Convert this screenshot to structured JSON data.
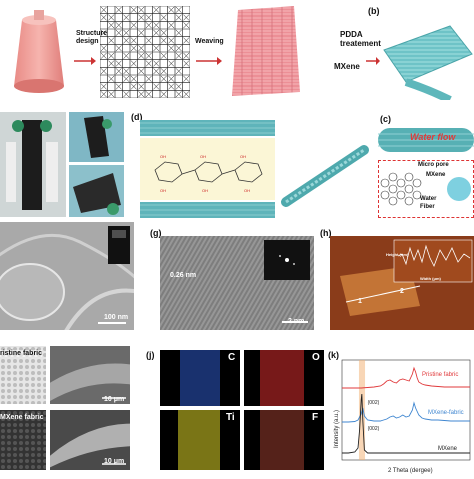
{
  "labels": {
    "b": "(b)",
    "c": "(c)",
    "d": "(d)",
    "g": "(g)",
    "h": "(h)",
    "j": "(j)",
    "k": "(k)"
  },
  "top": {
    "structure_design": "Structure\ndesign",
    "weaving": "Weaving",
    "pdda": "PDDA\ntreatement",
    "mxene": "MXene"
  },
  "c_panel": {
    "water_flow": "Water flow",
    "micro_pore": "Micro pore",
    "mxene": "MXene",
    "water": "Water",
    "fiber": "Fiber"
  },
  "f_panel": {
    "scale": "100 nm"
  },
  "g_panel": {
    "spacing": "0.26 nm",
    "scale": "2 nm"
  },
  "h_panel": {
    "ylabel": "Height (nm)",
    "xlabel": "Width (μm)",
    "marker1": "1",
    "marker2": "2"
  },
  "i_panel": {
    "pristine": "ristine fabric",
    "mxene": "MXene fabric",
    "scale1": "10 μm",
    "scale2": "10 μm"
  },
  "j_panel": {
    "c": "C",
    "o": "O",
    "ti": "Ti",
    "f": "F"
  },
  "colors": {
    "red": "#e0393b",
    "blue": "#3f86d0",
    "black": "#222222",
    "orange": "#e87e30"
  },
  "chart_data": {
    "type": "line",
    "xlabel": "2 Theta (dergee)",
    "ylabel": "Intensity (a.u.)",
    "series": [
      {
        "name": "Pristine fabric",
        "color": "#e0393b",
        "x": [
          0,
          2,
          4,
          6,
          8,
          10,
          12,
          13,
          14,
          15,
          16,
          17,
          18,
          19,
          20,
          21,
          22,
          22.5,
          23,
          23.5,
          24,
          25,
          26,
          28,
          30,
          32,
          34,
          36,
          38,
          40
        ],
        "y": [
          0.72,
          0.72,
          0.72,
          0.72,
          0.725,
          0.73,
          0.74,
          0.76,
          0.79,
          0.8,
          0.78,
          0.77,
          0.8,
          0.81,
          0.8,
          0.79,
          0.86,
          0.92,
          0.88,
          0.82,
          0.78,
          0.76,
          0.75,
          0.74,
          0.735,
          0.73,
          0.73,
          0.73,
          0.73,
          0.73
        ]
      },
      {
        "name": "MXene-fabric",
        "color": "#3f86d0",
        "x": [
          0,
          2,
          4,
          5,
          6,
          6.5,
          7,
          8,
          10,
          12,
          14,
          15,
          16,
          17,
          18,
          19,
          20,
          21,
          22,
          22.5,
          23,
          24,
          25,
          26,
          28,
          30,
          32,
          34,
          36,
          40
        ],
        "y": [
          0.38,
          0.38,
          0.385,
          0.4,
          0.46,
          0.52,
          0.44,
          0.4,
          0.39,
          0.39,
          0.41,
          0.43,
          0.44,
          0.42,
          0.43,
          0.45,
          0.43,
          0.44,
          0.5,
          0.57,
          0.52,
          0.45,
          0.42,
          0.41,
          0.4,
          0.4,
          0.395,
          0.39,
          0.39,
          0.39
        ]
      },
      {
        "name": "MXene",
        "color": "#222222",
        "x": [
          0,
          2,
          4,
          5,
          5.5,
          6,
          6.2,
          6.5,
          7,
          8,
          10,
          15,
          20,
          25,
          30,
          35,
          40
        ],
        "y": [
          0.07,
          0.07,
          0.08,
          0.12,
          0.3,
          0.6,
          0.66,
          0.4,
          0.1,
          0.07,
          0.07,
          0.07,
          0.07,
          0.07,
          0.07,
          0.07,
          0.07
        ]
      }
    ],
    "annotations": [
      "(002)",
      "(002)"
    ]
  }
}
